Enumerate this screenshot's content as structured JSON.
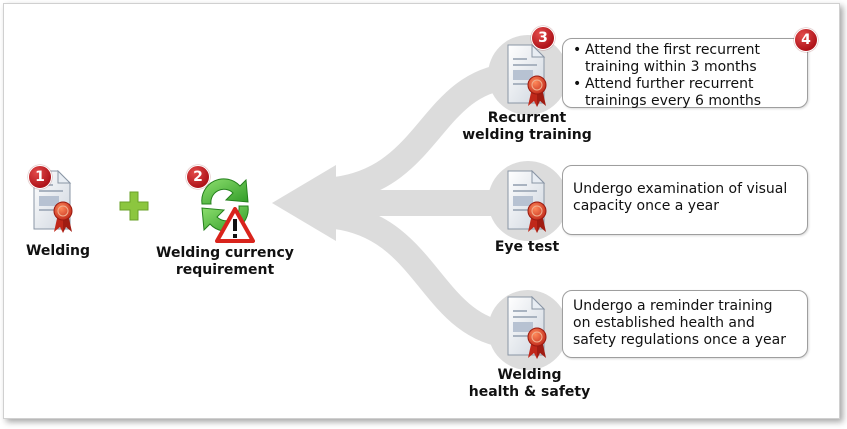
{
  "nodes": {
    "welding": {
      "badge": "1",
      "label": "Welding"
    },
    "currency": {
      "badge": "2",
      "label_line1": "Welding currency",
      "label_line2": "requirement"
    },
    "recurrent": {
      "badge": "3",
      "label_line1": "Recurrent",
      "label_line2": "welding training"
    },
    "eye": {
      "label": "Eye test"
    },
    "health": {
      "label_line1": "Welding",
      "label_line2": "health & safety"
    }
  },
  "boxes": {
    "recurrent": {
      "badge": "4",
      "items": [
        {
          "line1": "Attend the first recurrent",
          "line2": "training within 3 months"
        },
        {
          "line1": "Attend further recurrent",
          "line2": "trainings every 6 months"
        }
      ]
    },
    "eye": {
      "line1": "Undergo examination of visual",
      "line2": "capacity once a year"
    },
    "health": {
      "line1": "Undergo a reminder training",
      "line2": "on established health and",
      "line3": "safety regulations once a year"
    }
  },
  "icons": {
    "document": "certificate-document-icon",
    "plus": "plus-icon",
    "refresh": "refresh-arrows-icon",
    "warning": "warning-icon"
  },
  "colors": {
    "badge_red": "#b0141a",
    "plus_green": "#8cc63f",
    "refresh_green": "#3aa52f",
    "arrow_gray": "#dcdcdc",
    "warning_red": "#d9241c"
  }
}
